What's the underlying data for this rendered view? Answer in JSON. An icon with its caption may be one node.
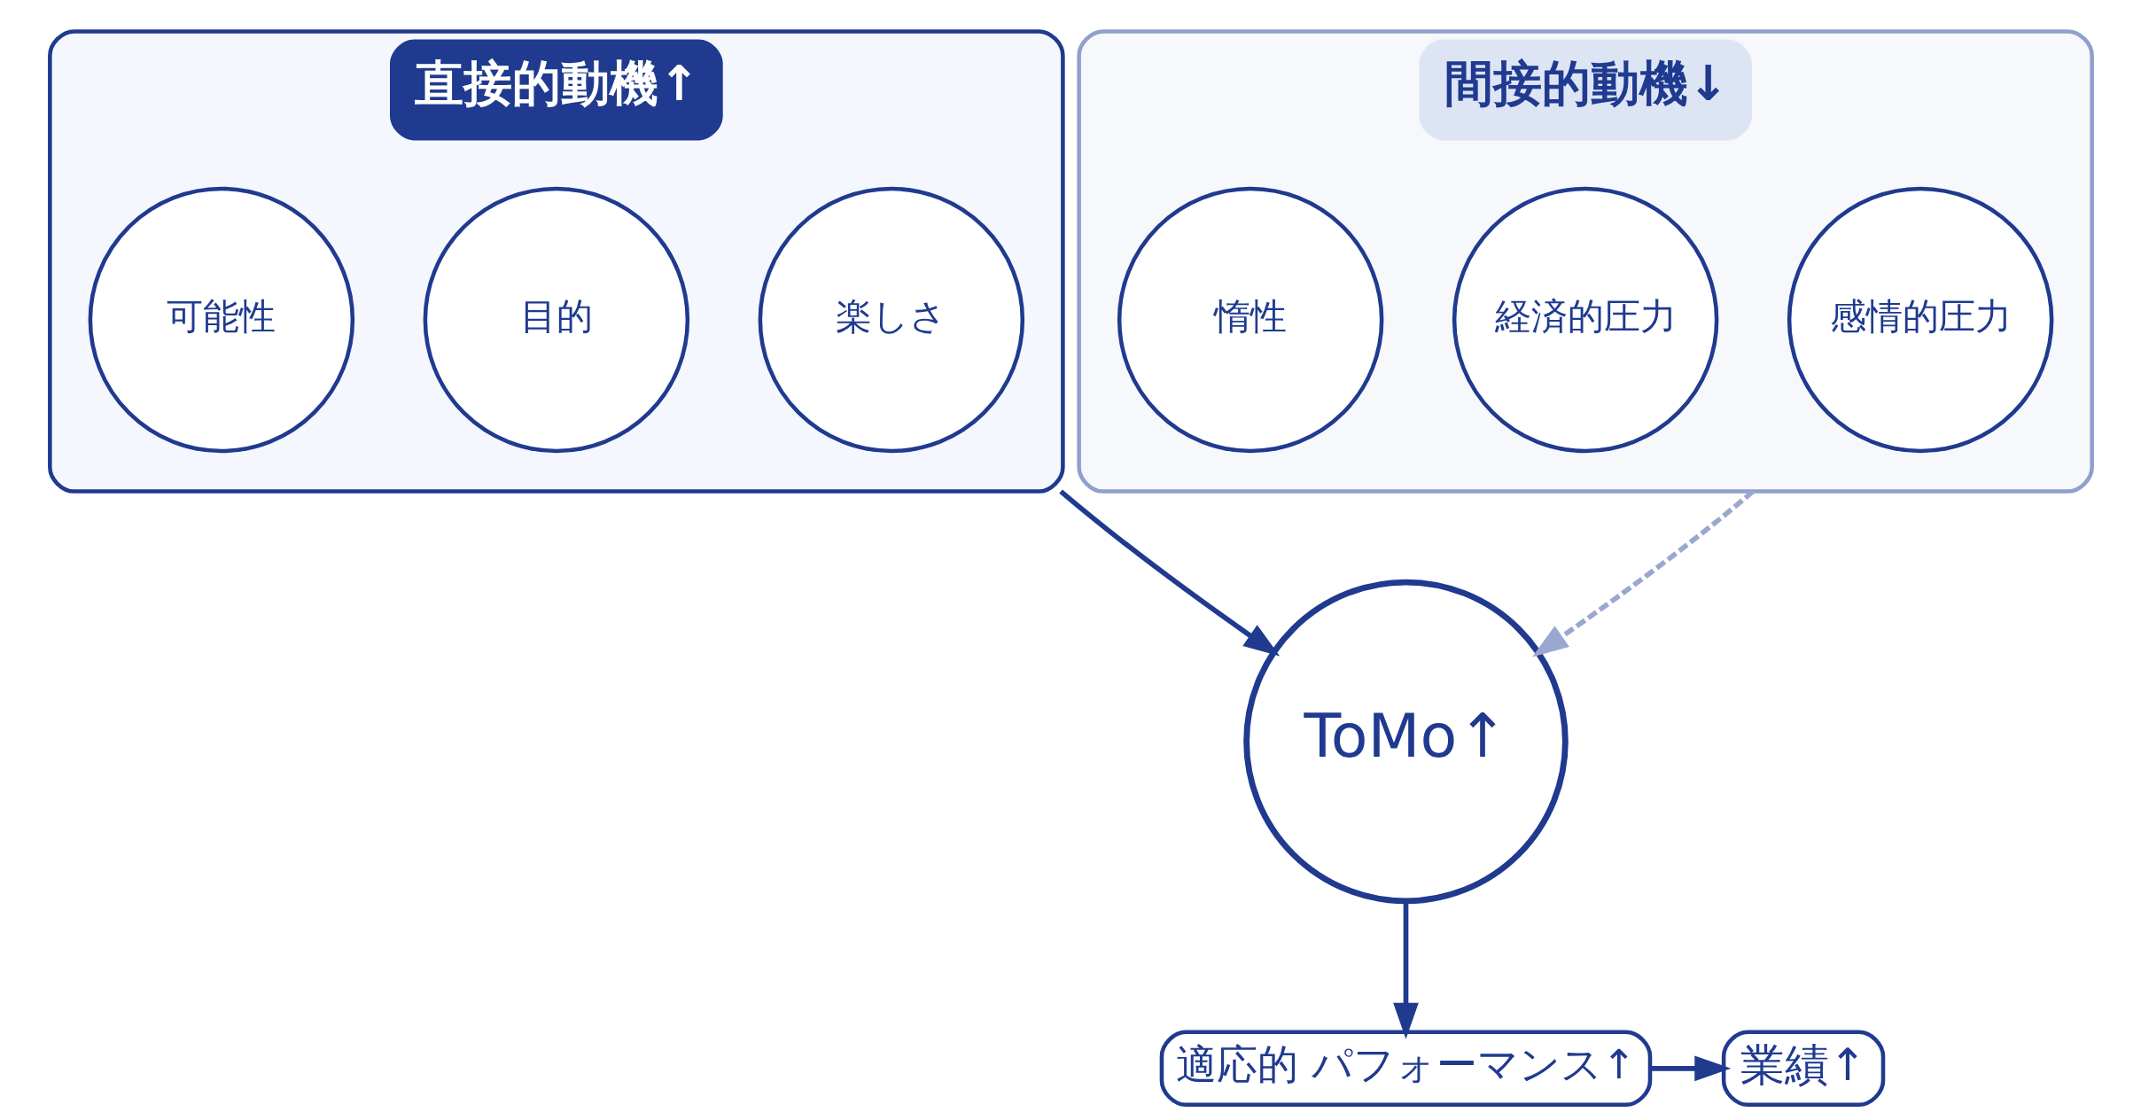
{
  "diagram": {
    "nodes": [
      {
        "text": [
          "直接的動機↑"
        ]
      },
      {
        "text": [
          "楽しさ"
        ],
        "in": 0
      },
      {
        "text": [
          "目的"
        ],
        "in": 0
      },
      {
        "text": [
          "可能性"
        ],
        "in": 0
      },
      {
        "text": [
          "間接的動機↓"
        ]
      },
      {
        "text": [
          "感情的圧力"
        ],
        "in": 4
      },
      {
        "text": [
          "経済的圧力"
        ],
        "in": 4
      },
      {
        "text": [
          "惰性"
        ],
        "in": 4
      },
      {
        "text": [
          "ToMo↑"
        ]
      },
      {
        "text": [
          "適応的 パフォーマンス↑"
        ]
      },
      {
        "text": [
          "業績↑"
        ]
      }
    ],
    "edges": [
      {
        "from": 0,
        "to": 8,
        "arrow": "to"
      },
      {
        "from": 4,
        "to": 8,
        "arrow": "to",
        "style": "dashed",
        "color": "#9aa8d0"
      },
      {
        "from": 8,
        "to": 9,
        "arrow": "to"
      },
      {
        "from": 9,
        "to": 10,
        "arrow": "to"
      }
    ]
  }
}
